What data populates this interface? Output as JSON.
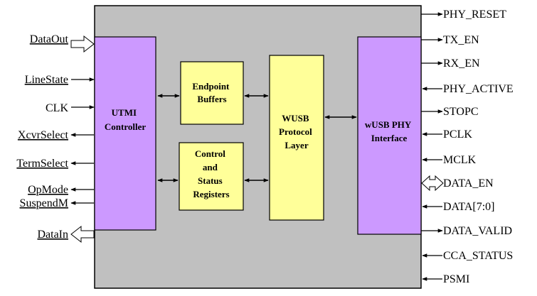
{
  "colors": {
    "canvas": "#c0c0c0",
    "utmi_block": "#cc99ff",
    "phy_block": "#cc99ff",
    "yellow_block": "#ffff99",
    "line": "#000000",
    "spell_underline": "#dd2222"
  },
  "left_signals": [
    {
      "id": "dataout",
      "label": "DataOut",
      "arrow": "hollow-in",
      "underline": true
    },
    {
      "id": "linestate",
      "label": "LineState",
      "arrow": "in",
      "underline": true
    },
    {
      "id": "clk",
      "label": "CLK",
      "arrow": "in",
      "underline": false
    },
    {
      "id": "xcvrselect",
      "label": "XcvrSelect",
      "arrow": "out",
      "underline": true
    },
    {
      "id": "termselect",
      "label": "TermSelect",
      "arrow": "out",
      "underline": true
    },
    {
      "id": "opmode",
      "label": "OpMode",
      "arrow": "out",
      "underline": true
    },
    {
      "id": "suspendm",
      "label": "SuspendM",
      "arrow": "out",
      "underline": true
    },
    {
      "id": "datain",
      "label": "DataIn",
      "arrow": "hollow-out",
      "underline": true
    }
  ],
  "right_signals": [
    {
      "id": "phy-reset",
      "label": "PHY_RESET",
      "arrow": "out"
    },
    {
      "id": "tx-en",
      "label": "TX_EN",
      "arrow": "out"
    },
    {
      "id": "rx-en",
      "label": "RX_EN",
      "arrow": "out"
    },
    {
      "id": "phy-active",
      "label": "PHY_ACTIVE",
      "arrow": "in"
    },
    {
      "id": "stopc",
      "label": "STOPC",
      "arrow": "out"
    },
    {
      "id": "pclk",
      "label": "PCLK",
      "arrow": "in"
    },
    {
      "id": "mclk",
      "label": "MCLK",
      "arrow": "in"
    },
    {
      "id": "data-en",
      "label": "DATA_EN",
      "arrow": "hollow-both"
    },
    {
      "id": "data-bus",
      "label": "DATA[7:0]",
      "arrow": "in"
    },
    {
      "id": "data-valid",
      "label": "DATA_VALID",
      "arrow": "out"
    },
    {
      "id": "cca-status",
      "label": "CCA_STATUS",
      "arrow": "in"
    },
    {
      "id": "psmi",
      "label": "PSMI",
      "arrow": "in"
    }
  ],
  "blocks": {
    "utmi": {
      "lines": [
        "UTMI",
        "Controller"
      ]
    },
    "endpoint": {
      "lines": [
        "Endpoint",
        "Buffers"
      ]
    },
    "control": {
      "lines": [
        "Control",
        "and",
        "Status",
        "Registers"
      ]
    },
    "wusb": {
      "lines": [
        "WUSB",
        "Protocol",
        "Layer"
      ]
    },
    "phy": {
      "lines": [
        "wUSB PHY",
        "Interface"
      ]
    }
  }
}
